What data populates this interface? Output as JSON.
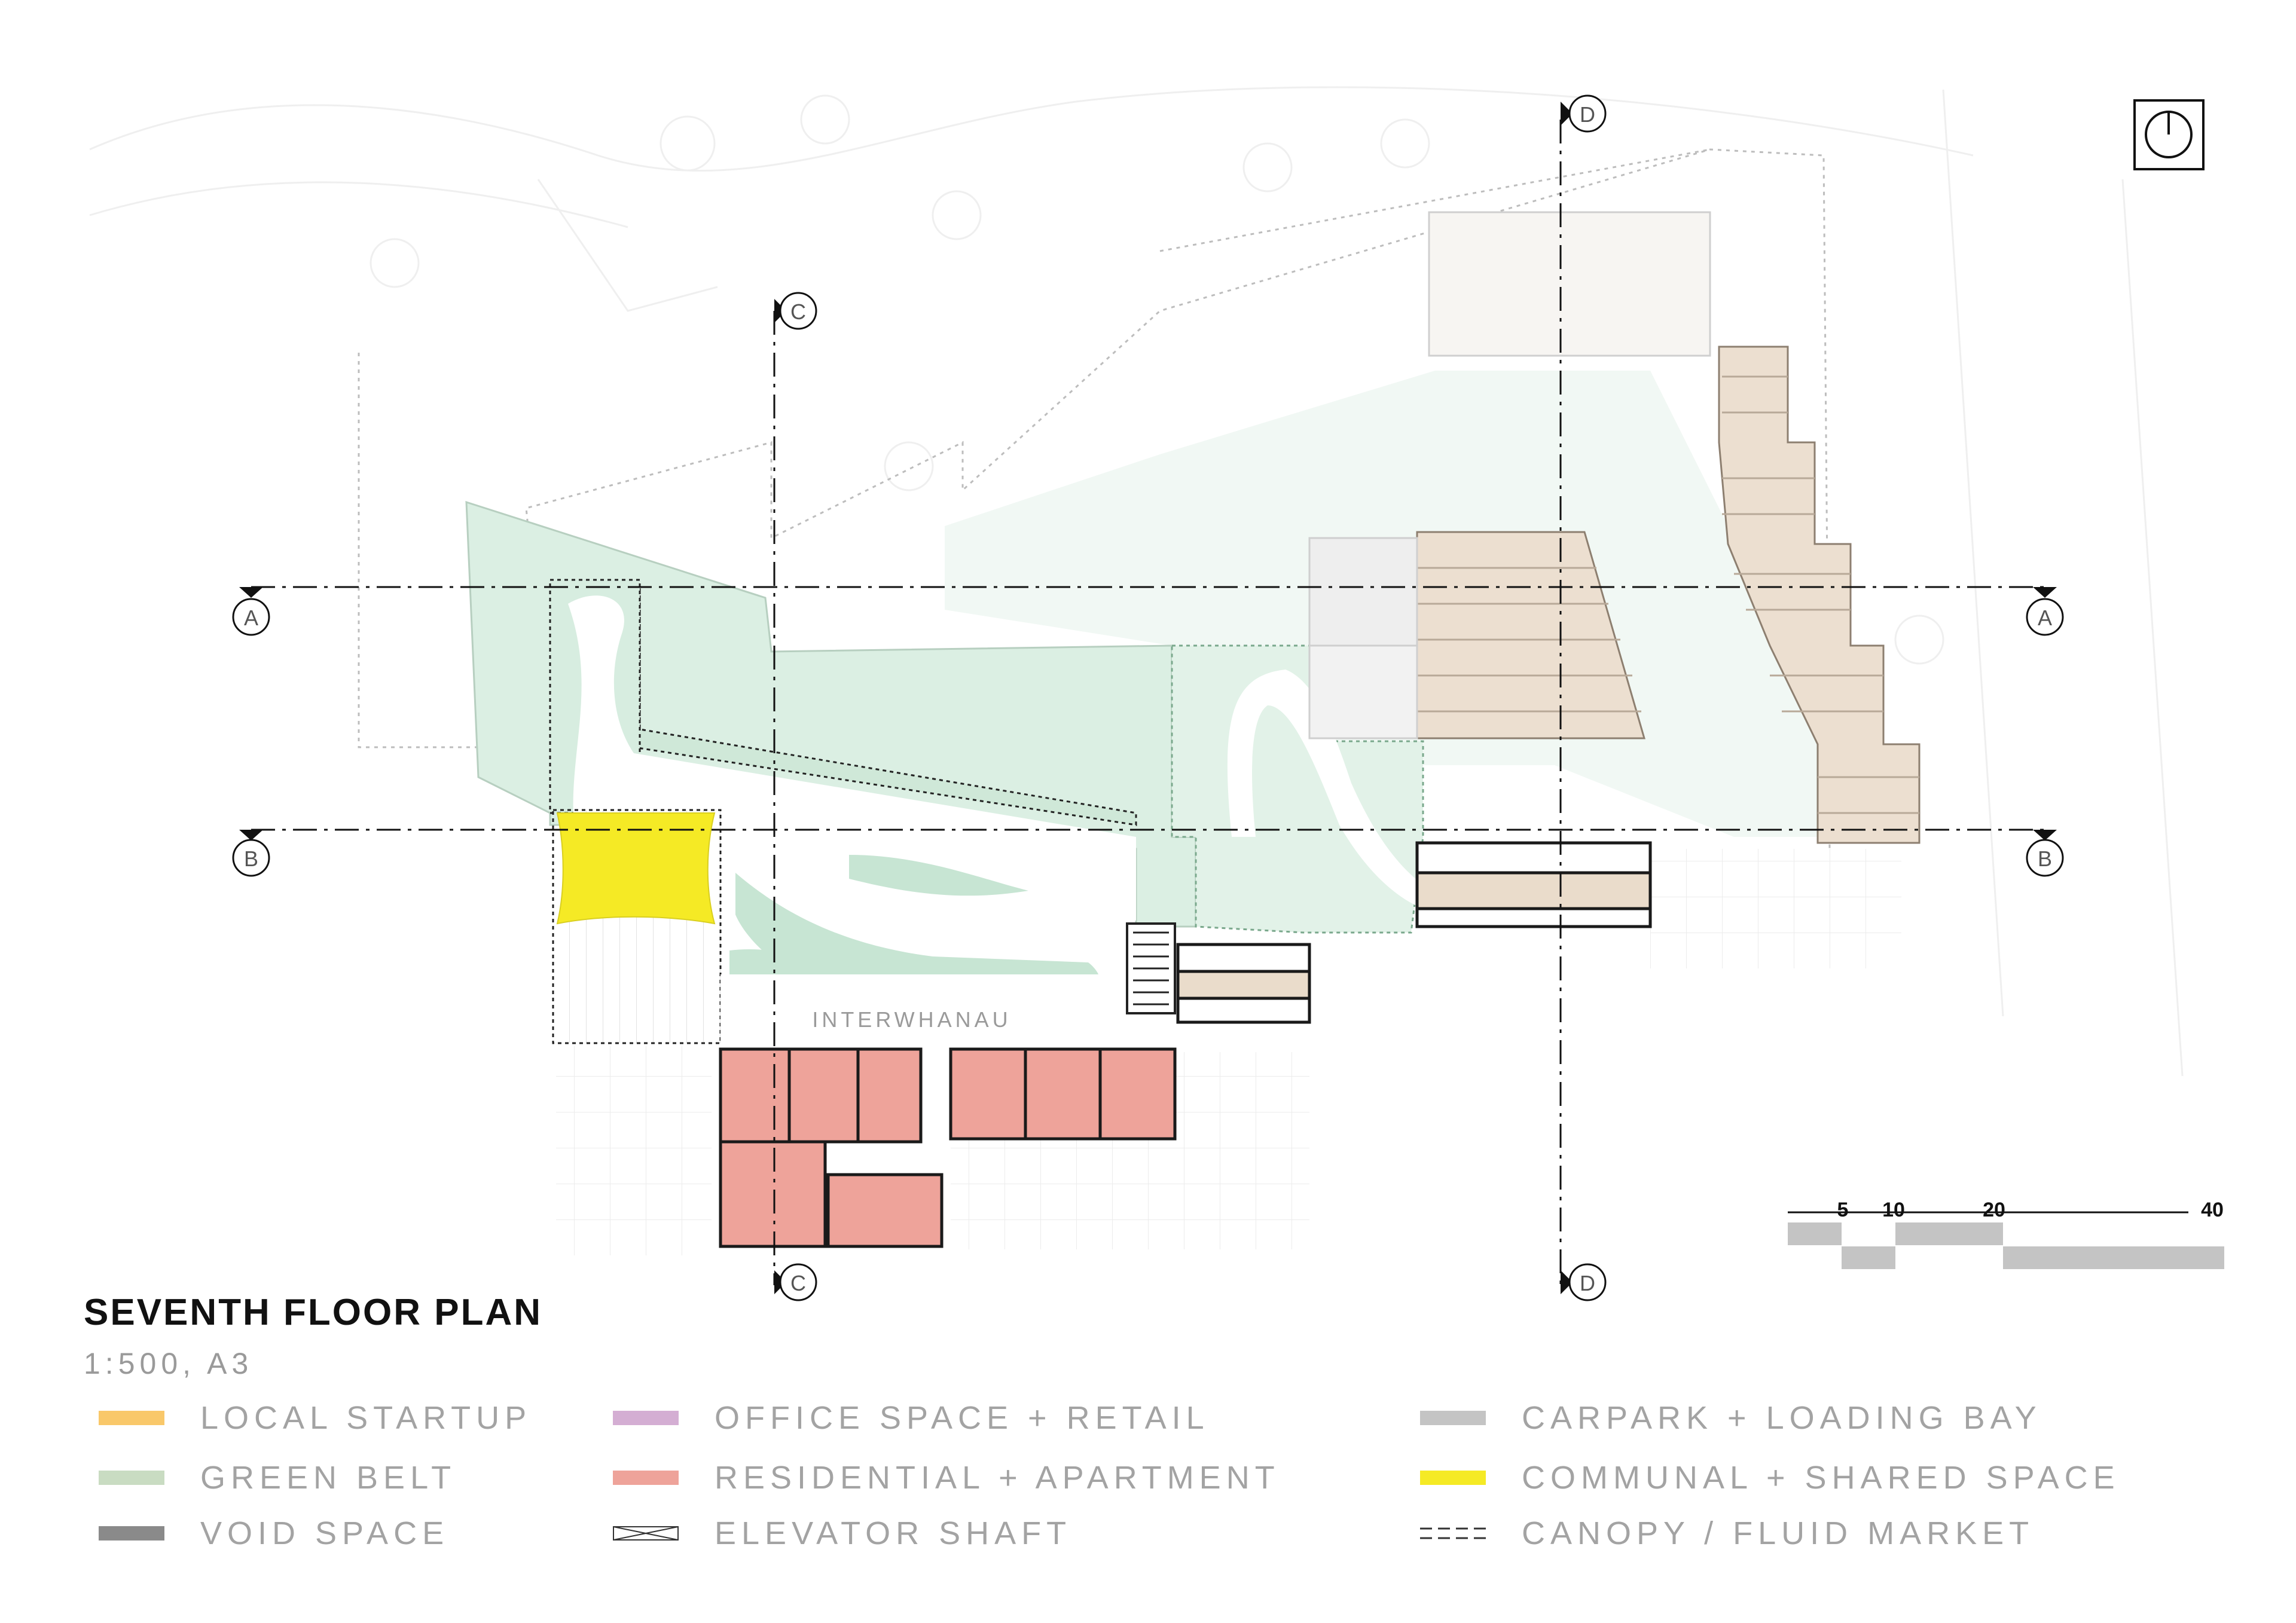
{
  "plan": {
    "title": "SEVENTH FLOOR PLAN",
    "scale": "1:500, A3",
    "space_label": "INTERWHANAU",
    "sections": [
      "A",
      "B",
      "C",
      "D"
    ],
    "scale_bar": {
      "ticks": [
        "5",
        "10",
        "20",
        "40"
      ]
    }
  },
  "legend": [
    {
      "label": "LOCAL STARTUP",
      "color": "#f9c86a"
    },
    {
      "label": "GREEN BELT",
      "color": "#c9dcc2"
    },
    {
      "label": "VOID SPACE",
      "color": "#8a8a8a"
    },
    {
      "label": "OFFICE SPACE + RETAIL",
      "color": "#d4aed3"
    },
    {
      "label": "RESIDENTIAL + APARTMENT",
      "color": "#eea39a"
    },
    {
      "label": "ELEVATOR SHAFT",
      "color": "#ffffff"
    },
    {
      "label": "CARPARK + LOADING BAY",
      "color": "#c4c4c4"
    },
    {
      "label": "COMMUNAL + SHARED SPACE",
      "color": "#f5ea25"
    },
    {
      "label": "CANOPY / FLUID  MARKET",
      "color": "#ffffff"
    }
  ],
  "colors": {
    "green": "#d6eddf",
    "green_dark": "#c6e6d3",
    "residential": "#eea39a",
    "startup_beige": "#eadccb",
    "communal": "#f5ea25",
    "gray_block": "#ececec"
  }
}
